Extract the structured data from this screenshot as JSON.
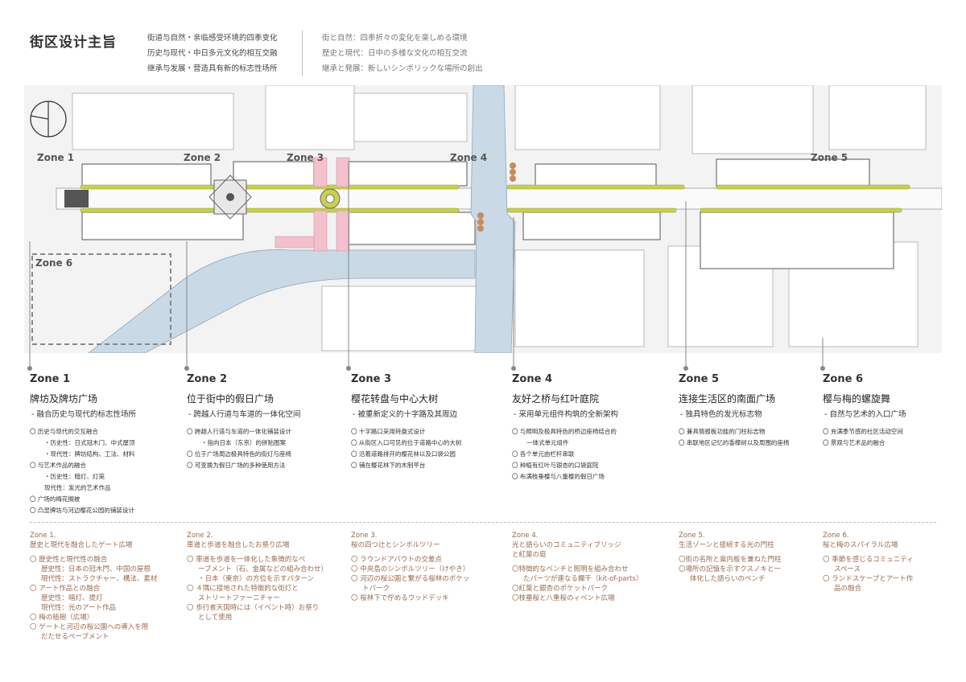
{
  "header": {
    "title": "街区设计主旨",
    "concept_cn": [
      "街道与自然・亲临感受环境的四季变化",
      "历史与现代・中日多元文化的相互交融",
      "继承与发展・营造具有新的标志性场所"
    ],
    "concept_jp": [
      "街と自然：四季折々の変化を楽しめる環境",
      "歴史と現代：日中の多様な文化の相互交流",
      "継承と発展：新しいシンボリックな場所の創出"
    ]
  },
  "map": {
    "zone_labels": [
      "Zone 1",
      "Zone 2",
      "Zone 3",
      "Zone 4",
      "Zone 5",
      "Zone 6"
    ]
  },
  "zones": [
    {
      "name": "Zone 1",
      "title": "牌坊及牌坊广场",
      "subtitle": "- 融合历史与现代的标志性场所",
      "items": [
        {
          "t": "〇 历史与现代的交互融合",
          "s": false
        },
        {
          "t": "・历史性：日式冠木门、中式屋顶",
          "s": true
        },
        {
          "t": "・现代性：牌坊结构、工法、材料",
          "s": true
        },
        {
          "t": "〇 与艺术作品的融合",
          "s": false
        },
        {
          "t": "・历史性：暗灯、灯笼",
          "s": true
        },
        {
          "t": "现代性：发光的艺术作品",
          "s": true
        },
        {
          "t": "〇 广场的梅花搁被",
          "s": false
        },
        {
          "t": "〇 凸显牌坊与河边樱花公园的铺装设计",
          "s": false
        }
      ]
    },
    {
      "name": "Zone 2",
      "title": "位于街中的假日广场",
      "subtitle": "- 跨越人行道与车道的一体化空间",
      "items": [
        {
          "t": "〇 跨越人行道与车道的一体化铺装设计",
          "s": false
        },
        {
          "t": "・指向日本（东京）的拼贴图案",
          "s": true
        },
        {
          "t": "〇 位于广场周边极具特色的街灯与座椅",
          "s": false
        },
        {
          "t": "〇 可变换为假日广场的多种使用方法",
          "s": false
        }
      ]
    },
    {
      "name": "Zone 3",
      "title": "樱花转盘与中心大树",
      "subtitle": "- 被重新定义的十字路及其周边",
      "items": [
        {
          "t": "〇 十字路口采用转盘式设计",
          "s": false
        },
        {
          "t": "〇 从街区入口可见的位于道路中心的大树",
          "s": false
        },
        {
          "t": "〇 沿着道路排开的樱花林以及口袋公园",
          "s": false
        },
        {
          "t": "〇 铺在樱花林下的木制平台",
          "s": false
        }
      ]
    },
    {
      "name": "Zone 4",
      "title": "友好之桥与红叶庭院",
      "subtitle": "- 采用单元组件构筑的全新架构",
      "items": [
        {
          "t": "〇 与照明及极具特色的桥边座椅结合的",
          "s": false
        },
        {
          "t": "一体式单元组件",
          "s": true
        },
        {
          "t": "〇 各个单元由栏杆串联",
          "s": false
        },
        {
          "t": "〇 种植有红叶与银杏的口袋庭院",
          "s": false
        },
        {
          "t": "〇 布满枝垂樱与八重樱的假日广场",
          "s": false
        }
      ]
    },
    {
      "name": "Zone 5",
      "title": "连接生活区的南面广场",
      "subtitle": "- 独具特色的发光标志物",
      "items": [
        {
          "t": "〇 兼具情报板功能的门柱标志物",
          "s": false
        },
        {
          "t": "〇 串联地区记忆的香樟树以及周围的座椅",
          "s": false
        }
      ]
    },
    {
      "name": "Zone 6",
      "title": "樱与梅的螺旋舞",
      "subtitle": "- 自然与艺术的入口广场",
      "items": [
        {
          "t": "〇 充满季节感的社区活动空间",
          "s": false
        },
        {
          "t": "〇 景观与艺术品的融合",
          "s": false
        }
      ]
    }
  ],
  "zones_jp": [
    {
      "head": [
        "Zone 1.",
        "歴史と現代を融合したゲート広場"
      ],
      "items": [
        {
          "t": "〇 歴史性と現代性の融合",
          "c": "n"
        },
        {
          "t": "歴史性：日本の冠木門、中国の屋根",
          "c": "sub"
        },
        {
          "t": "現代性：ストラクチャー、構法、素材",
          "c": "sub"
        },
        {
          "t": "〇 アート作品との融合",
          "c": "n"
        },
        {
          "t": "歴史性：暗灯、提灯",
          "c": "sub"
        },
        {
          "t": "現代性：光のアート作品",
          "c": "sub"
        },
        {
          "t": "〇 梅の植樹（広場）",
          "c": "n"
        },
        {
          "t": "〇 ゲートと河辺の桜公園への導入を際",
          "c": "n"
        },
        {
          "t": "だたせるペーブメント",
          "c": "cont"
        }
      ]
    },
    {
      "head": [
        "Zone 2.",
        "車道と歩道を融合したお祭り広場"
      ],
      "items": [
        {
          "t": "〇 車道を歩道を一体化した象徴的なぺ",
          "c": "n"
        },
        {
          "t": "ーブメント（石、金属などの組み合わせ）",
          "c": "cont"
        },
        {
          "t": "・日本（東京）の方位を示すパターン",
          "c": "sub"
        },
        {
          "t": "〇 ４隅に接地された特徴的な街灯と",
          "c": "n"
        },
        {
          "t": "ストリートファーニチャー",
          "c": "cont"
        },
        {
          "t": "〇 歩行者天国時には（イベント時）お祭り",
          "c": "n"
        },
        {
          "t": "として使用",
          "c": "cont"
        }
      ]
    },
    {
      "head": [
        "Zone 3.",
        "桜の四つ辻とシンボルツリー"
      ],
      "items": [
        {
          "t": "〇 ラウンドアバウトの交差点",
          "c": "n"
        },
        {
          "t": "〇 中央島のシンボルツリー（けやき）",
          "c": "n"
        },
        {
          "t": "〇 河辺の桜公園と繋がる桜林のポケッ",
          "c": "n"
        },
        {
          "t": "トパーク",
          "c": "cont"
        },
        {
          "t": "〇 桜林下で佇めるウッドデッキ",
          "c": "n"
        }
      ]
    },
    {
      "head": [
        "Zone 4.",
        "光と語らいのコミュニティブリッジ",
        "と紅葉の庭"
      ],
      "items": [
        {
          "t": "〇特徴的なベンチと照明を組み合わせ",
          "c": "n"
        },
        {
          "t": "たパーツが連なる欄干（kit-of-parts）",
          "c": "cont"
        },
        {
          "t": "〇紅葉と銀杏のポケットパーク",
          "c": "n"
        },
        {
          "t": "〇枝垂桜と八重桜のィベント広場",
          "c": "n"
        }
      ]
    },
    {
      "head": [
        "Zone 5.",
        "生活ゾーンと接続する光の門柱"
      ],
      "items": [
        {
          "t": "〇街の名所と案内板を兼ねた門柱",
          "c": "n"
        },
        {
          "t": "〇場所の記憶を示すクスノキと一",
          "c": "n"
        },
        {
          "t": "体化した語らいのベンチ",
          "c": "cont"
        }
      ]
    },
    {
      "head": [
        "Zone 6.",
        "桜と梅のスパイラル広場"
      ],
      "items": [
        {
          "t": "〇 季節を感じるコミュニティ",
          "c": "n"
        },
        {
          "t": "スペース",
          "c": "cont"
        },
        {
          "t": "〇 ランドスケープとアート作",
          "c": "n"
        },
        {
          "t": "品の融合",
          "c": "cont"
        }
      ]
    }
  ],
  "colors": {
    "water": "#c9d9e6",
    "tree": "#c8cf52",
    "sakura": "#f2c1cd",
    "momiji": "#c98b5b",
    "building": "#ffffff",
    "leader_line": "#888888",
    "jp_text": "#9a6b4f"
  }
}
